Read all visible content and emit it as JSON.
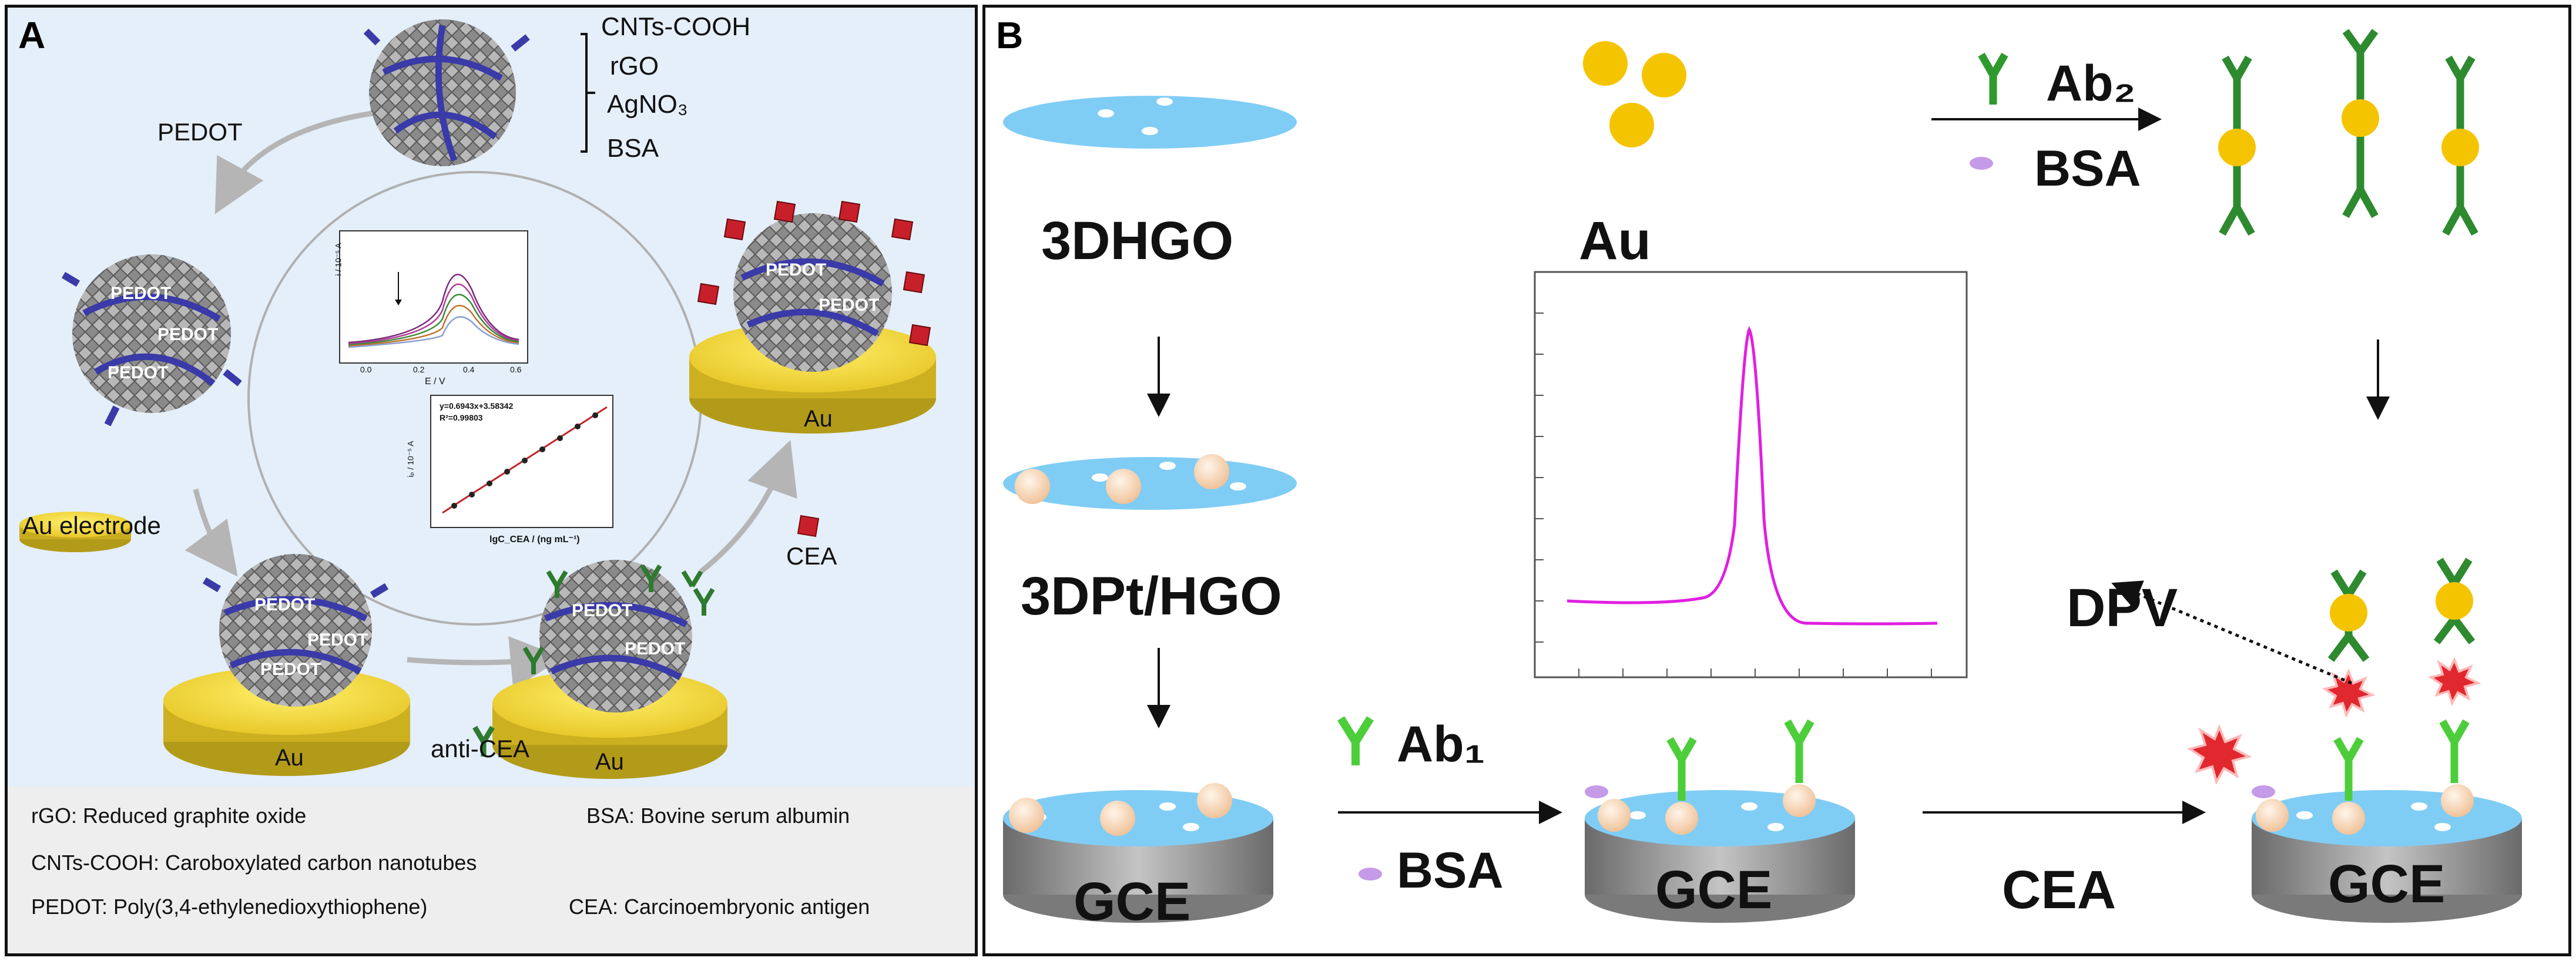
{
  "panel_a": {
    "letter": "A",
    "materials": [
      "CNTs-COOH",
      "rGO",
      "AgNO₃",
      "BSA"
    ],
    "pedot_step": "PEDOT",
    "sphere_label": "PEDOT",
    "au_electrode": "Au electrode",
    "au": "Au",
    "anti_cea": "anti-CEA",
    "cea": "CEA",
    "inset_dpv": {
      "ylabel": "i / 10⁻⁵ A",
      "xlabel": "E / V",
      "x_ticks": [
        "0.0",
        "0.2",
        "0.4",
        "0.6"
      ]
    },
    "inset_calib": {
      "equation": "y=0.6943x+3.58342",
      "r2": "R²=0.99803",
      "ylabel": "iₚ / 10⁻⁵ A",
      "xlabel": "lgC_CEA / (ng mL⁻¹)"
    },
    "legend": {
      "rgo": "rGO: Reduced graphite oxide",
      "bsa": "BSA: Bovine serum albumin",
      "cnts": "CNTs-COOH: Caroboxylated carbon nanotubes",
      "pedot": "PEDOT: Poly(3,4-ethylenedioxythiophene)",
      "cea": "CEA: Carcinoembryonic antigen"
    }
  },
  "panel_b": {
    "letter": "B",
    "hgo": "3DHGO",
    "pt_hgo": "3DPt/HGO",
    "gce": "GCE",
    "ab1": "Ab₁",
    "bsa": "BSA",
    "au": "Au",
    "ab2": "Ab₂",
    "cea": "CEA",
    "dpv": "DPV"
  },
  "colors": {
    "panel_a_bg": "#e4effa",
    "legend_bg": "#eeeeee",
    "gold": "#f0d23a",
    "light_blue": "#7fcdf5",
    "antibody_green": "#2aa52a",
    "au_particle": "#f5c400",
    "cea_red": "#e0282e",
    "curve_magenta": "#e020e0",
    "gray_arrow": "#b5b5b5"
  }
}
